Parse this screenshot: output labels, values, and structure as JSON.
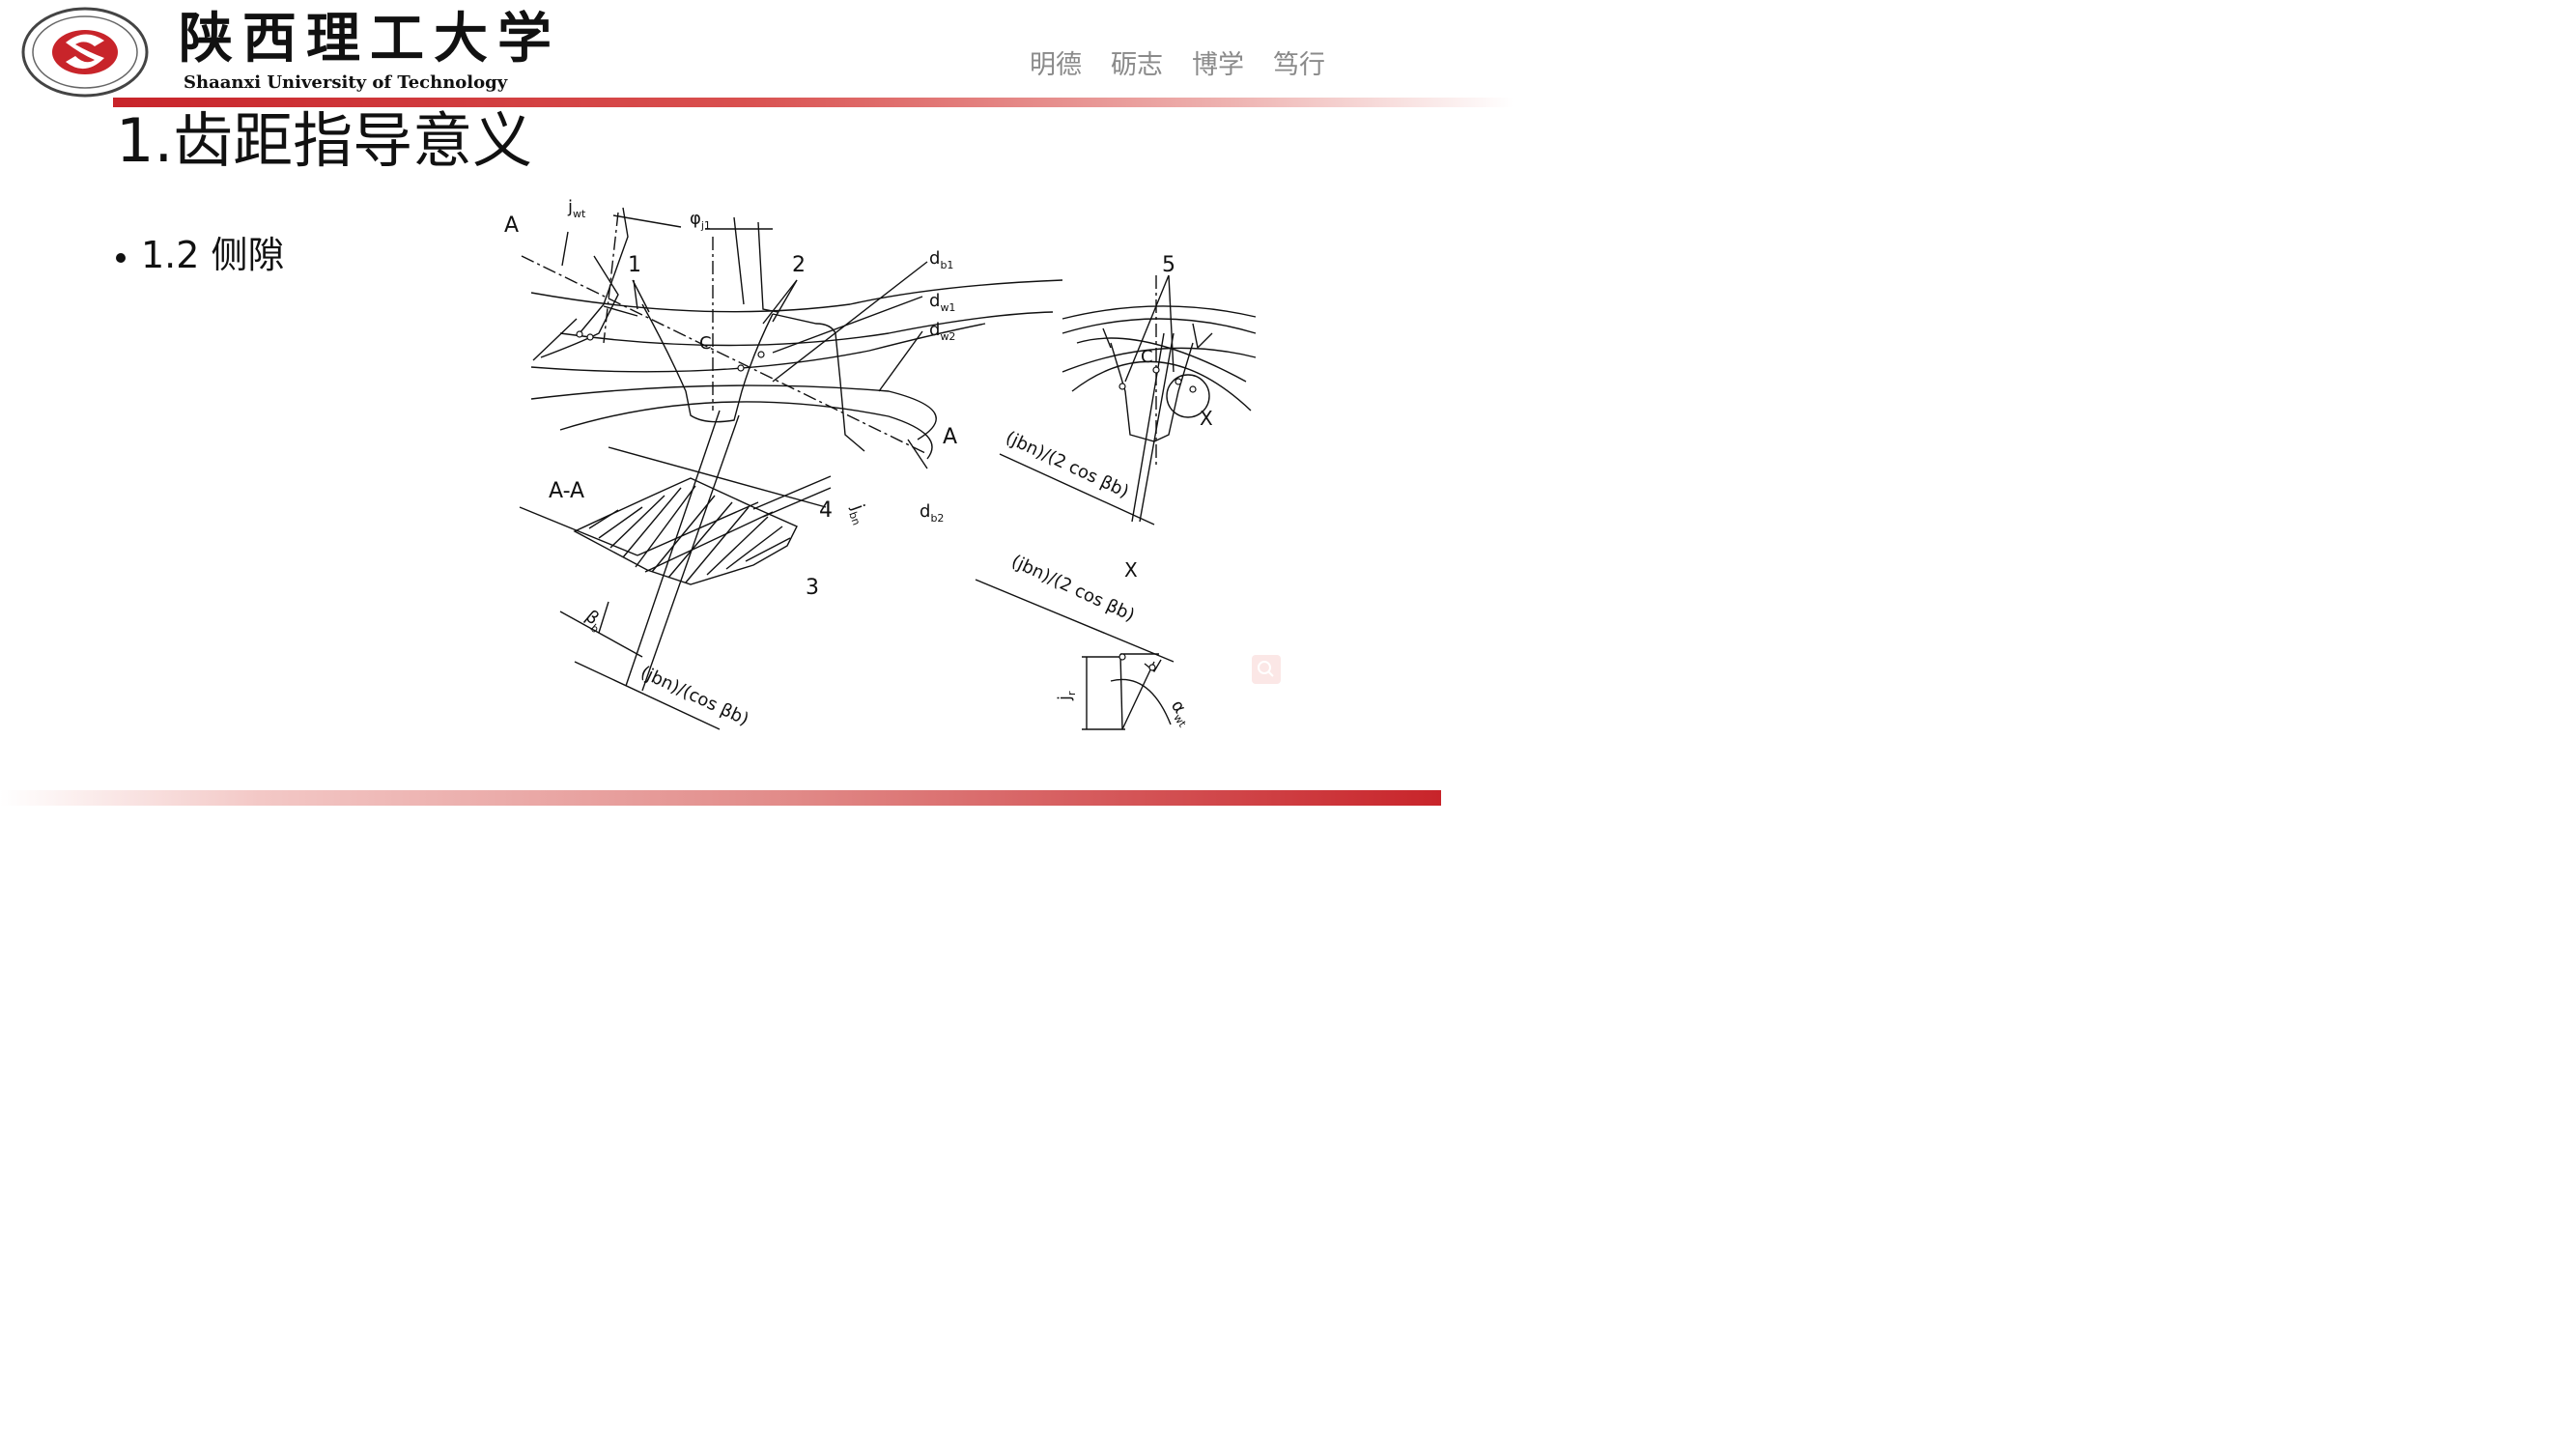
{
  "header": {
    "logo_name": "university-seal",
    "school_name_cn": "陕西理工大学",
    "school_name_en": "Shaanxi University of Technology",
    "motto": [
      "明德",
      "砺志",
      "博学",
      "笃行"
    ],
    "brand_color": "#c8242a"
  },
  "slide": {
    "title": "1.齿距指导意义",
    "bullet": "1.2 侧隙"
  },
  "figure": {
    "labels": {
      "jwt": "j",
      "jwt_sub": "wt",
      "phi": "φ",
      "phi_sub": "j1",
      "A_top": "A",
      "A_right": "A",
      "one": "1",
      "two": "2",
      "three": "3",
      "four": "4",
      "five": "5",
      "c_left": "C",
      "c_right": "C",
      "db1": "d",
      "db1_sub": "b1",
      "dw1": "d",
      "dw1_sub": "w1",
      "dw2": "d",
      "dw2_sub": "w2",
      "db2": "d",
      "db2_sub": "b2",
      "section": "A-A",
      "jbn": "j",
      "jbn_sub": "bn",
      "beta": "β",
      "beta_sub": "b",
      "jbn_cos": "(jbn)/(cos βb)",
      "jbn_2cos_top": "(jbn)/(2 cos βb)",
      "jbn_2cos_bottom": "(jbn)/(2 cos βb)",
      "x_mark": "X",
      "x_detail": "X",
      "jr": "j",
      "jr_sub": "r",
      "alpha": "α",
      "alpha_sub": "wt"
    }
  }
}
